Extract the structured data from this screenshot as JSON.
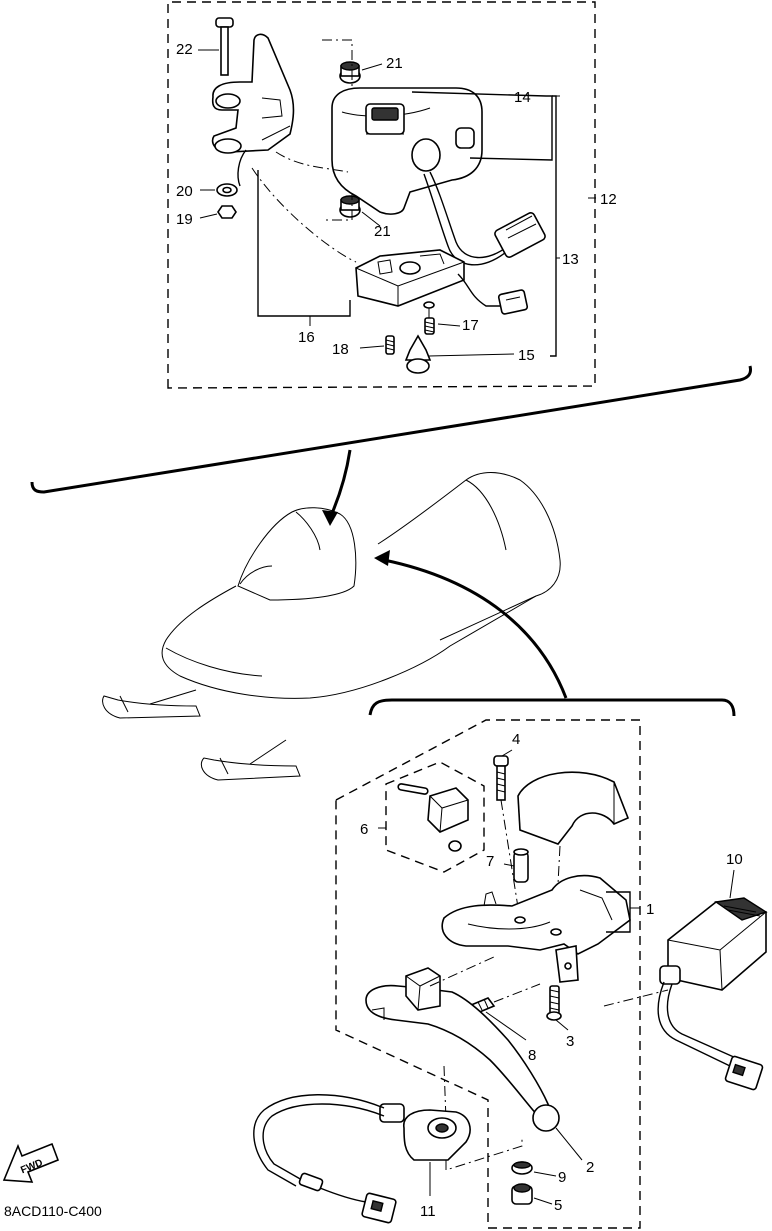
{
  "diagram_code": "8ACD110-C400",
  "fwd_label": "FWD",
  "callouts": {
    "c1": "1",
    "c2": "2",
    "c3": "3",
    "c4": "4",
    "c5": "5",
    "c6": "6",
    "c7": "7",
    "c8": "8",
    "c9": "9",
    "c10": "10",
    "c11": "11",
    "c12": "12",
    "c13": "13",
    "c14": "14",
    "c15": "15",
    "c16": "16",
    "c17": "17",
    "c18": "18",
    "c19": "19",
    "c20": "20",
    "c21a": "21",
    "c21b": "21",
    "c22": "22"
  }
}
